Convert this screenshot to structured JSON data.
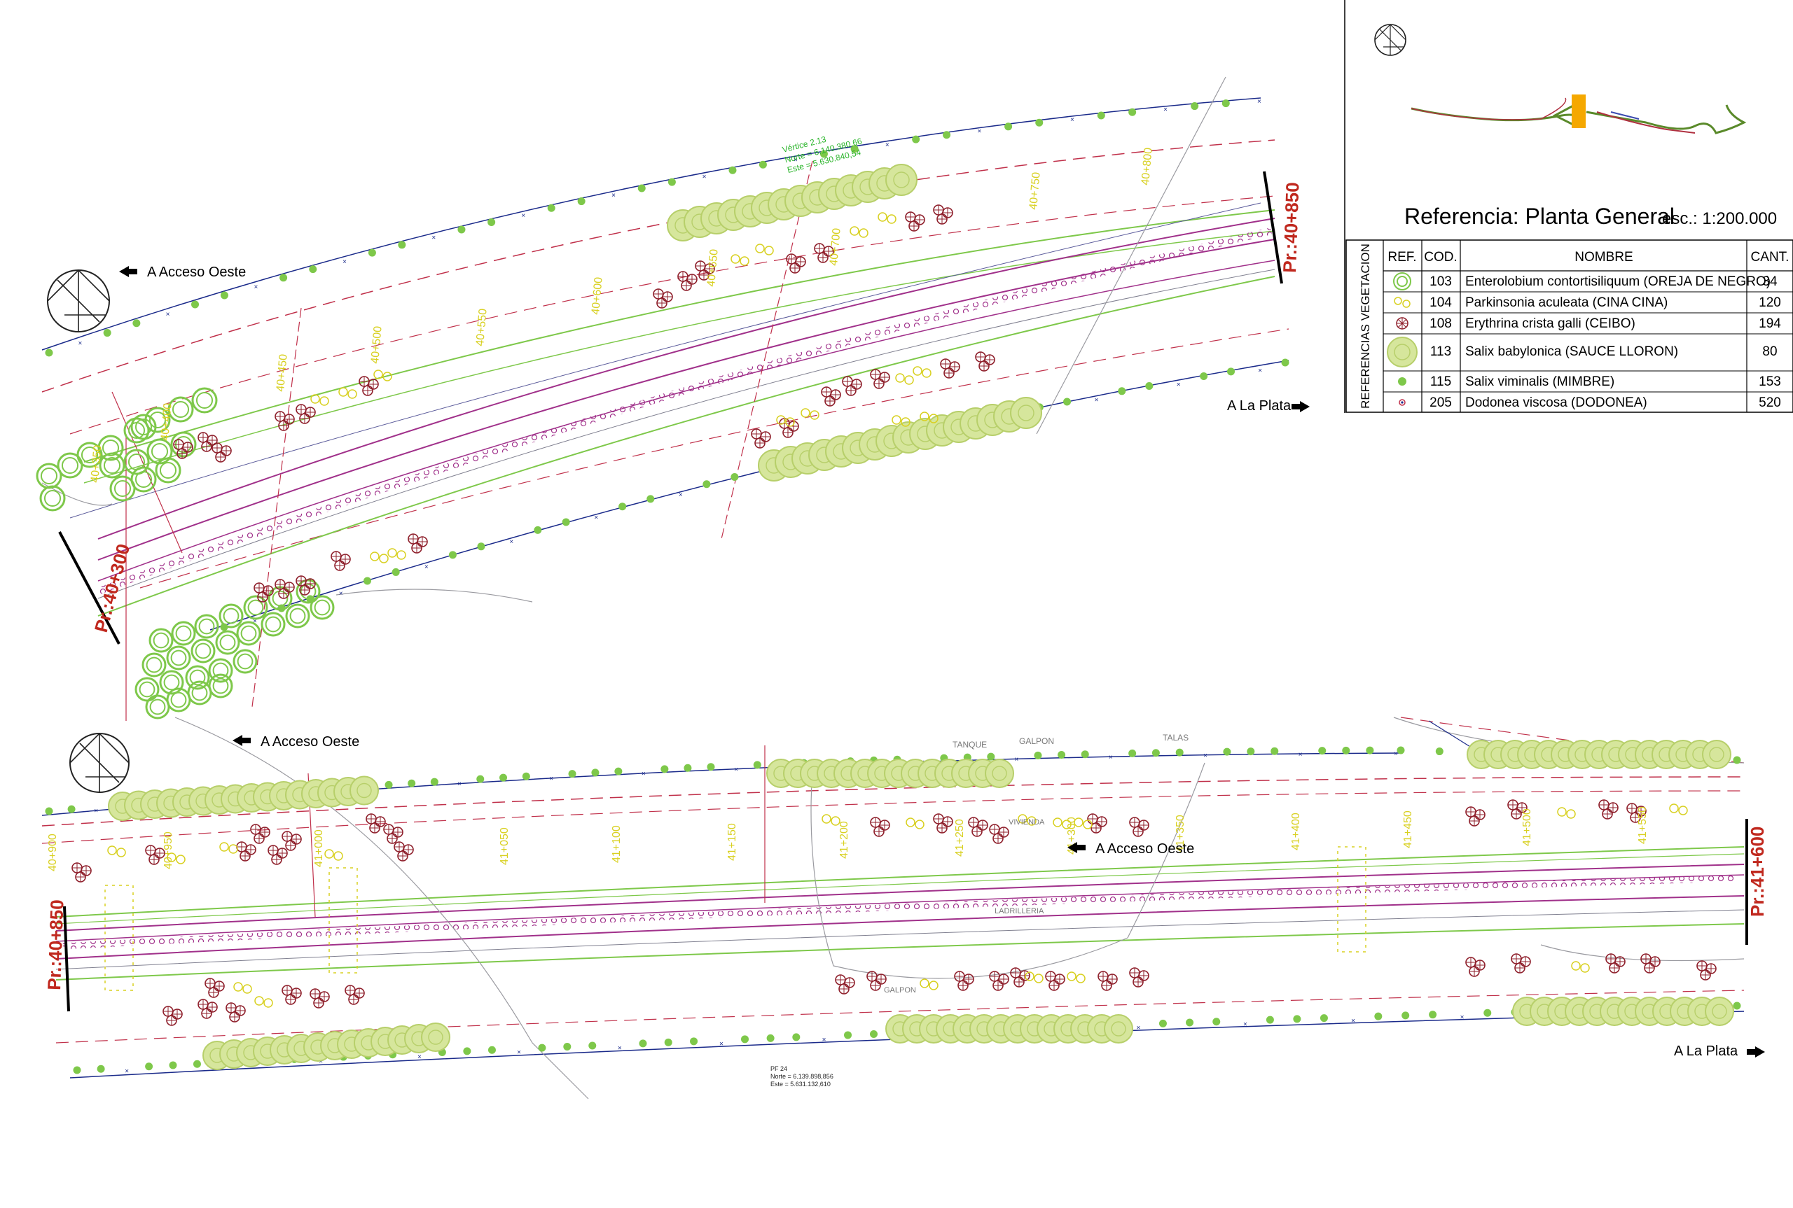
{
  "directions": {
    "acceso_oeste": "A Acceso Oeste",
    "la_plata": "A La Plata"
  },
  "progressives": {
    "top_start": "Pr.:40+300",
    "top_end": "Pr.:40+850",
    "bottom_start": "Pr.:40+850",
    "bottom_end": "Pr.:41+600"
  },
  "stations_top": [
    "40+350",
    "40+400",
    "40+450",
    "40+500",
    "40+550",
    "40+600",
    "40+650",
    "40+700",
    "40+750",
    "40+800"
  ],
  "stations_bottom": [
    "40+900",
    "40+950",
    "41+000",
    "41+050",
    "41+100",
    "41+150",
    "41+200",
    "41+250",
    "41+300",
    "41+350",
    "41+400",
    "41+450",
    "41+500",
    "41+550"
  ],
  "vertex": {
    "name": "Vértice 2.13",
    "norte": "Norte = 6.140.380,66",
    "este": "Este = 5.630.840,54"
  },
  "point_pf24": {
    "name": "PF 24",
    "norte": "Norte = 6.139.898,856",
    "este": "Este = 5.631.132,610"
  },
  "features": [
    "TANQUE",
    "GALPON",
    "TALAS",
    "LADRILLERIA",
    "VIVIENDA",
    "GALPON"
  ],
  "reference": {
    "title": "Referencia:  Planta General",
    "scale": "esc.: 1:200.000",
    "side_label": "REFERENCIAS VEGETACION",
    "headers": {
      "ref": "REF.",
      "cod": "COD.",
      "nombre": "NOMBRE",
      "cant": "CANT."
    },
    "rows": [
      {
        "symbol": "double-ring",
        "cod": "103",
        "nombre": "Enterolobium contortisiliquum (OREJA DE NEGRO)",
        "cant": "34"
      },
      {
        "symbol": "twin-circles",
        "cod": "104",
        "nombre": "Parkinsonia aculeata (CINA CINA)",
        "cant": "120"
      },
      {
        "symbol": "red-flower",
        "cod": "108",
        "nombre": "Erythrina crista galli (CEIBO)",
        "cant": "194"
      },
      {
        "symbol": "willow",
        "cod": "113",
        "nombre": "Salix babylonica (SAUCE LLORON)",
        "cant": "80"
      },
      {
        "symbol": "green-dot",
        "cod": "115",
        "nombre": "Salix viminalis (MIMBRE)",
        "cant": "153"
      },
      {
        "symbol": "small-red-dot",
        "cod": "205",
        "nombre": "Dodonea viscosa (DODONEA)",
        "cant": "520"
      }
    ]
  },
  "colors": {
    "road_magenta": "#a0308a",
    "lane_green": "#7ec84a",
    "dashed_red": "#c0304a",
    "fence_blue": "#1a2a8a",
    "station_yellow": "#d8d020",
    "willow": "#c2d87a",
    "ceibo_red": "#8e1e2a",
    "progressive_red": "#c0281e",
    "vertex_green": "#28b428"
  }
}
